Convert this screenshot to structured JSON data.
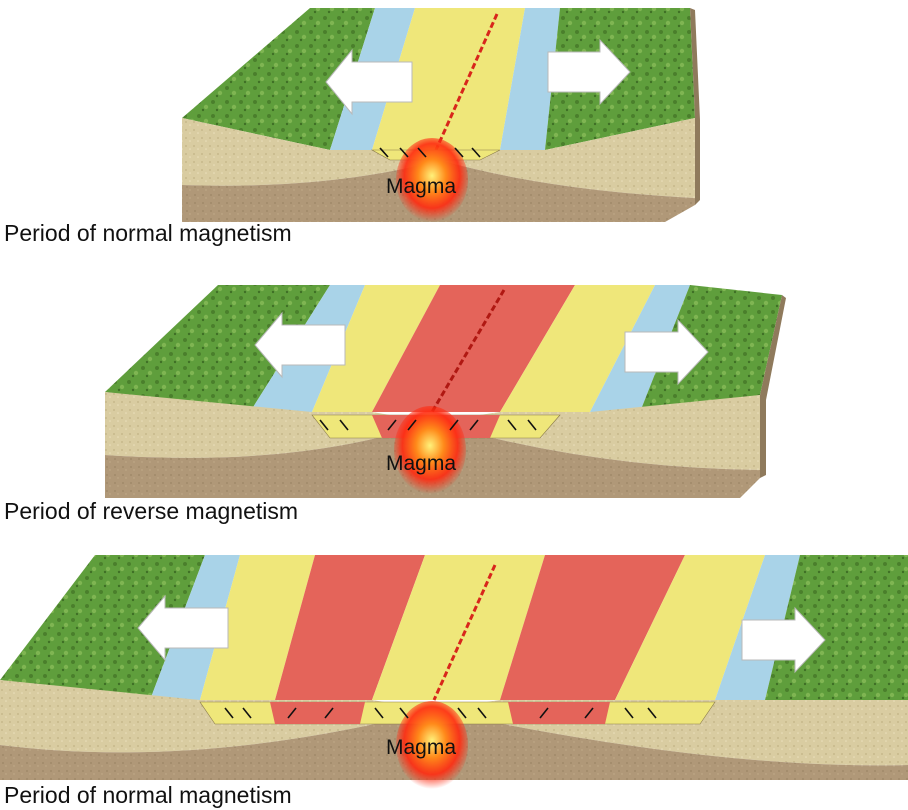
{
  "panels": [
    {
      "caption": "Period of normal magnetism",
      "magma_label": "Magma",
      "polarity": "normal"
    },
    {
      "caption": "Period of reverse magnetism",
      "magma_label": "Magma",
      "polarity": "reverse"
    },
    {
      "caption": "Period of normal magnetism",
      "magma_label": "Magma",
      "polarity": "normal"
    }
  ],
  "colors": {
    "land": "#5f9e3c",
    "ocean": "#a9d3e8",
    "normal_band": "#efe77a",
    "reverse_band": "#e4645a",
    "crust_upper": "#d9cca1",
    "crust_lower": "#b09878",
    "magma": "#ff3a10",
    "arrow": "#ffffff"
  }
}
